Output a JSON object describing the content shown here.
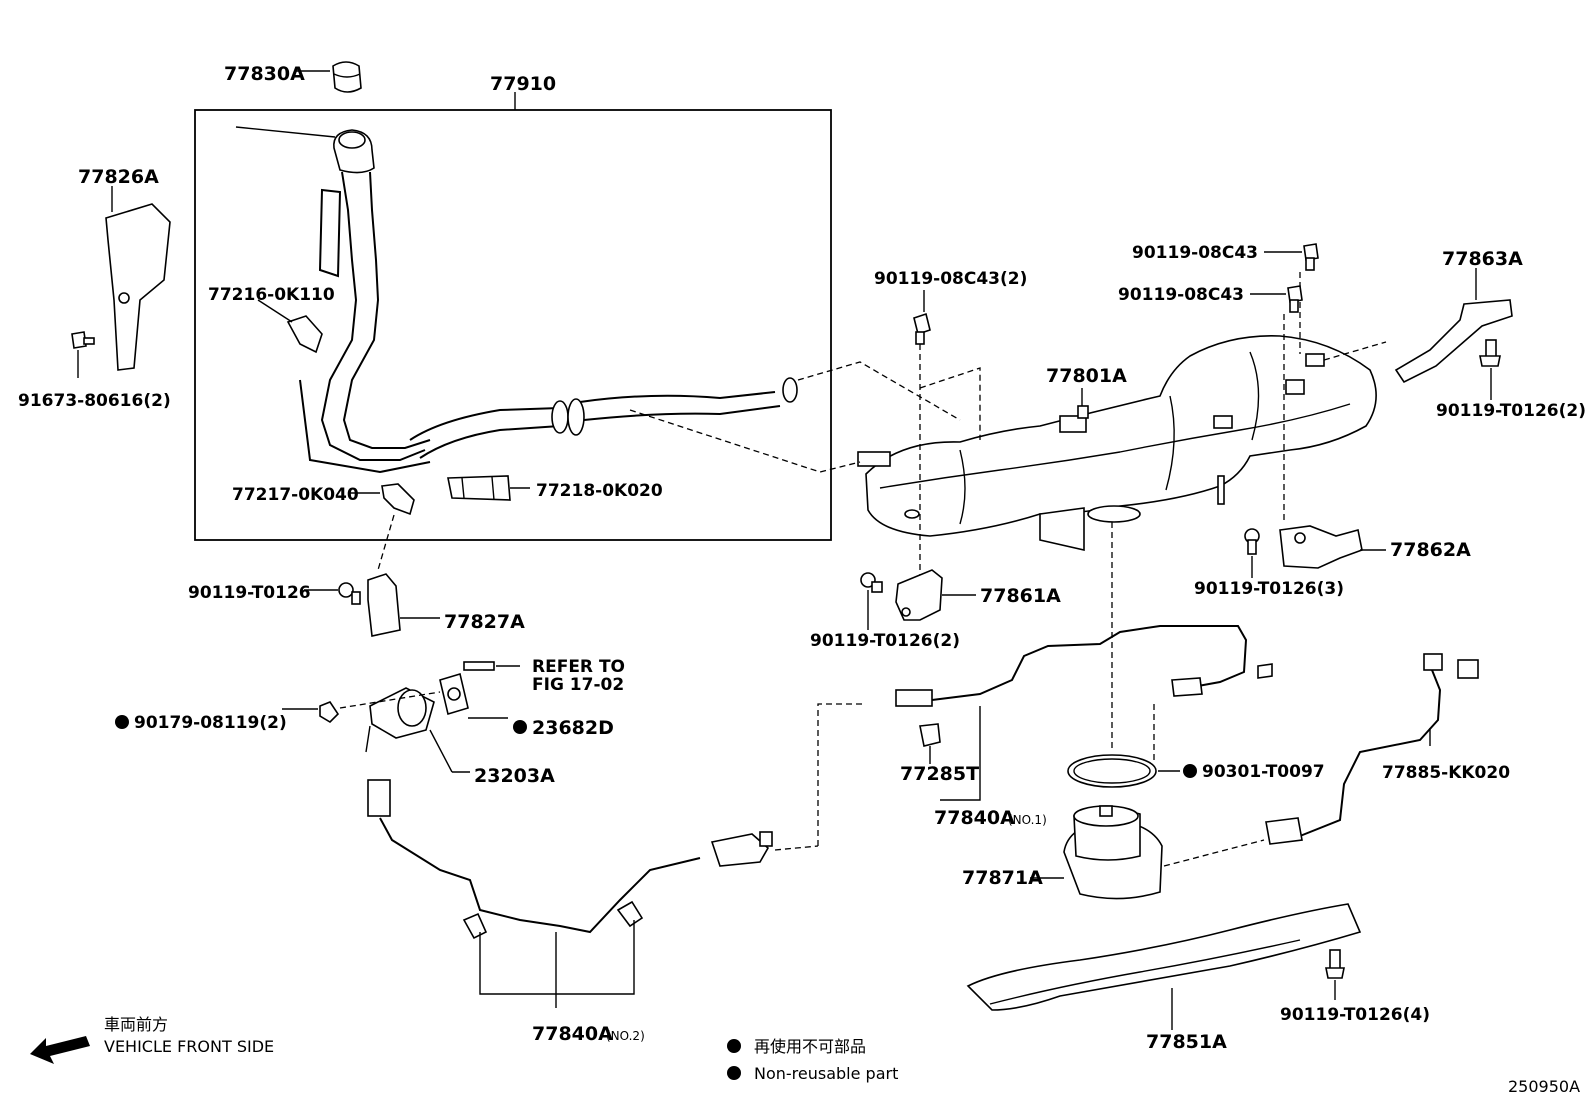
{
  "parts": {
    "p77830A": "77830A",
    "p77910": "77910",
    "p77826A": "77826A",
    "p77216": "77216-0K110",
    "p91673": "91673-80616(2)",
    "p77217": "77217-0K040",
    "p77218": "77218-0K020",
    "p90119_T0126": "90119-T0126",
    "p77827A": "77827A",
    "refer_to_1": "REFER TO",
    "refer_to_2": "FIG 17-02",
    "p90179": "90179-08119(2)",
    "p23682D": "23682D",
    "p23203A": "23203A",
    "p90119_08C43_2": "90119-08C43(2)",
    "p77801A": "77801A",
    "p90119_08C43_a": "90119-08C43",
    "p90119_08C43_b": "90119-08C43",
    "p77863A": "77863A",
    "p90119_T0126_2b": "90119-T0126(2)",
    "p77862A": "77862A",
    "p90119_T0126_3": "90119-T0126(3)",
    "p77861A": "77861A",
    "p90119_T0126_2a": "90119-T0126(2)",
    "p77285T": "77285T",
    "p77840A_no1": "77840A",
    "no1": "(NO.1)",
    "p90301": "90301-T0097",
    "p77885": "77885-KK020",
    "p77871A": "77871A",
    "p77851A": "77851A",
    "p90119_T0126_4": "90119-T0126(4)",
    "p77840A_no2": "77840A",
    "no2": "(NO.2)"
  },
  "legend": {
    "direction_jp": "車両前方",
    "direction_en": "VEHICLE FRONT SIDE",
    "nonreusable_jp": "再使用不可部品",
    "nonreusable_en": "Non-reusable part"
  },
  "figure_id": "250950A"
}
